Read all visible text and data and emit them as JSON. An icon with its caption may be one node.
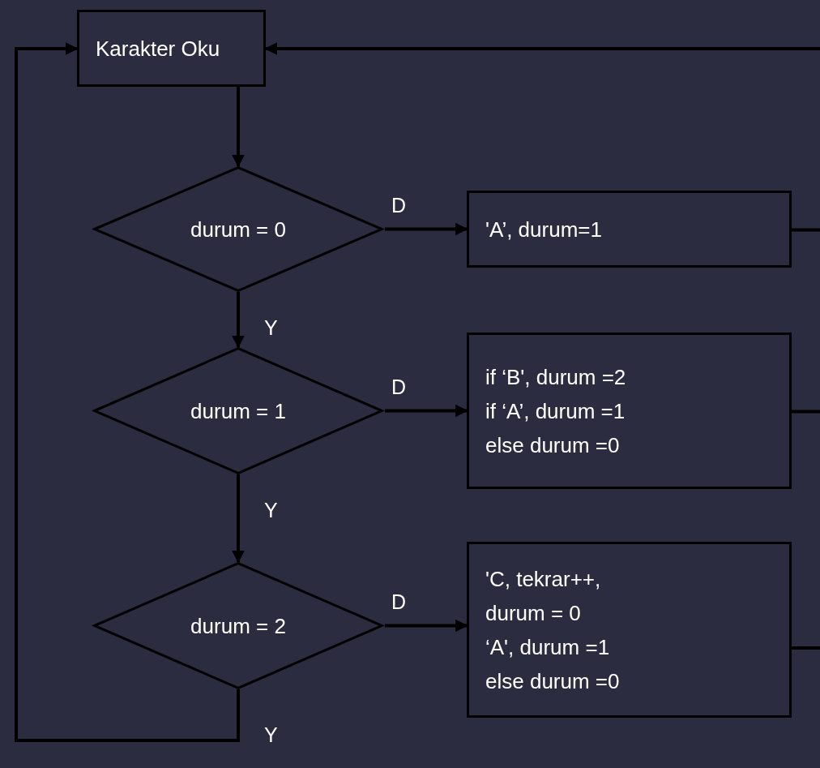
{
  "diagram": {
    "nodes": [
      {
        "text": [
          "Karakter Oku"
        ]
      },
      {
        "text": [
          "durum = 0"
        ]
      },
      {
        "text": [
          "'A’, durum=1"
        ]
      },
      {
        "text": [
          "durum = 1"
        ]
      },
      {
        "text": [
          "if ‘B', durum =2 if ‘A’, durum =1 else durum =0"
        ]
      },
      {
        "text": [
          "durum = 2"
        ]
      },
      {
        "text": [
          "'C, tekrar++, durum = 0 ‘A', durum =1 else durum =0"
        ]
      }
    ],
    "edges": [
      {
        "from": 0,
        "to": 1,
        "arrow": "to"
      },
      {
        "from": 1,
        "to": 2,
        "arrow": "to",
        "label": "D"
      },
      {
        "from": 1,
        "to": 3,
        "arrow": "to",
        "label": "Y"
      },
      {
        "from": 3,
        "to": 4,
        "arrow": "to",
        "label": "D"
      },
      {
        "from": 3,
        "to": 5,
        "arrow": "to",
        "label": "Y"
      },
      {
        "from": 5,
        "to": 6,
        "arrow": "to",
        "label": "D"
      },
      {
        "from": 5,
        "to": 0,
        "arrow": "to",
        "label": "Y"
      },
      {
        "from": 2,
        "to": null,
        "arrow": "none"
      },
      {
        "from": 4,
        "to": null,
        "arrow": "none"
      },
      {
        "from": 6,
        "to": null,
        "arrow": "none"
      },
      {
        "from": null,
        "to": 0,
        "arrow": "to"
      }
    ]
  }
}
